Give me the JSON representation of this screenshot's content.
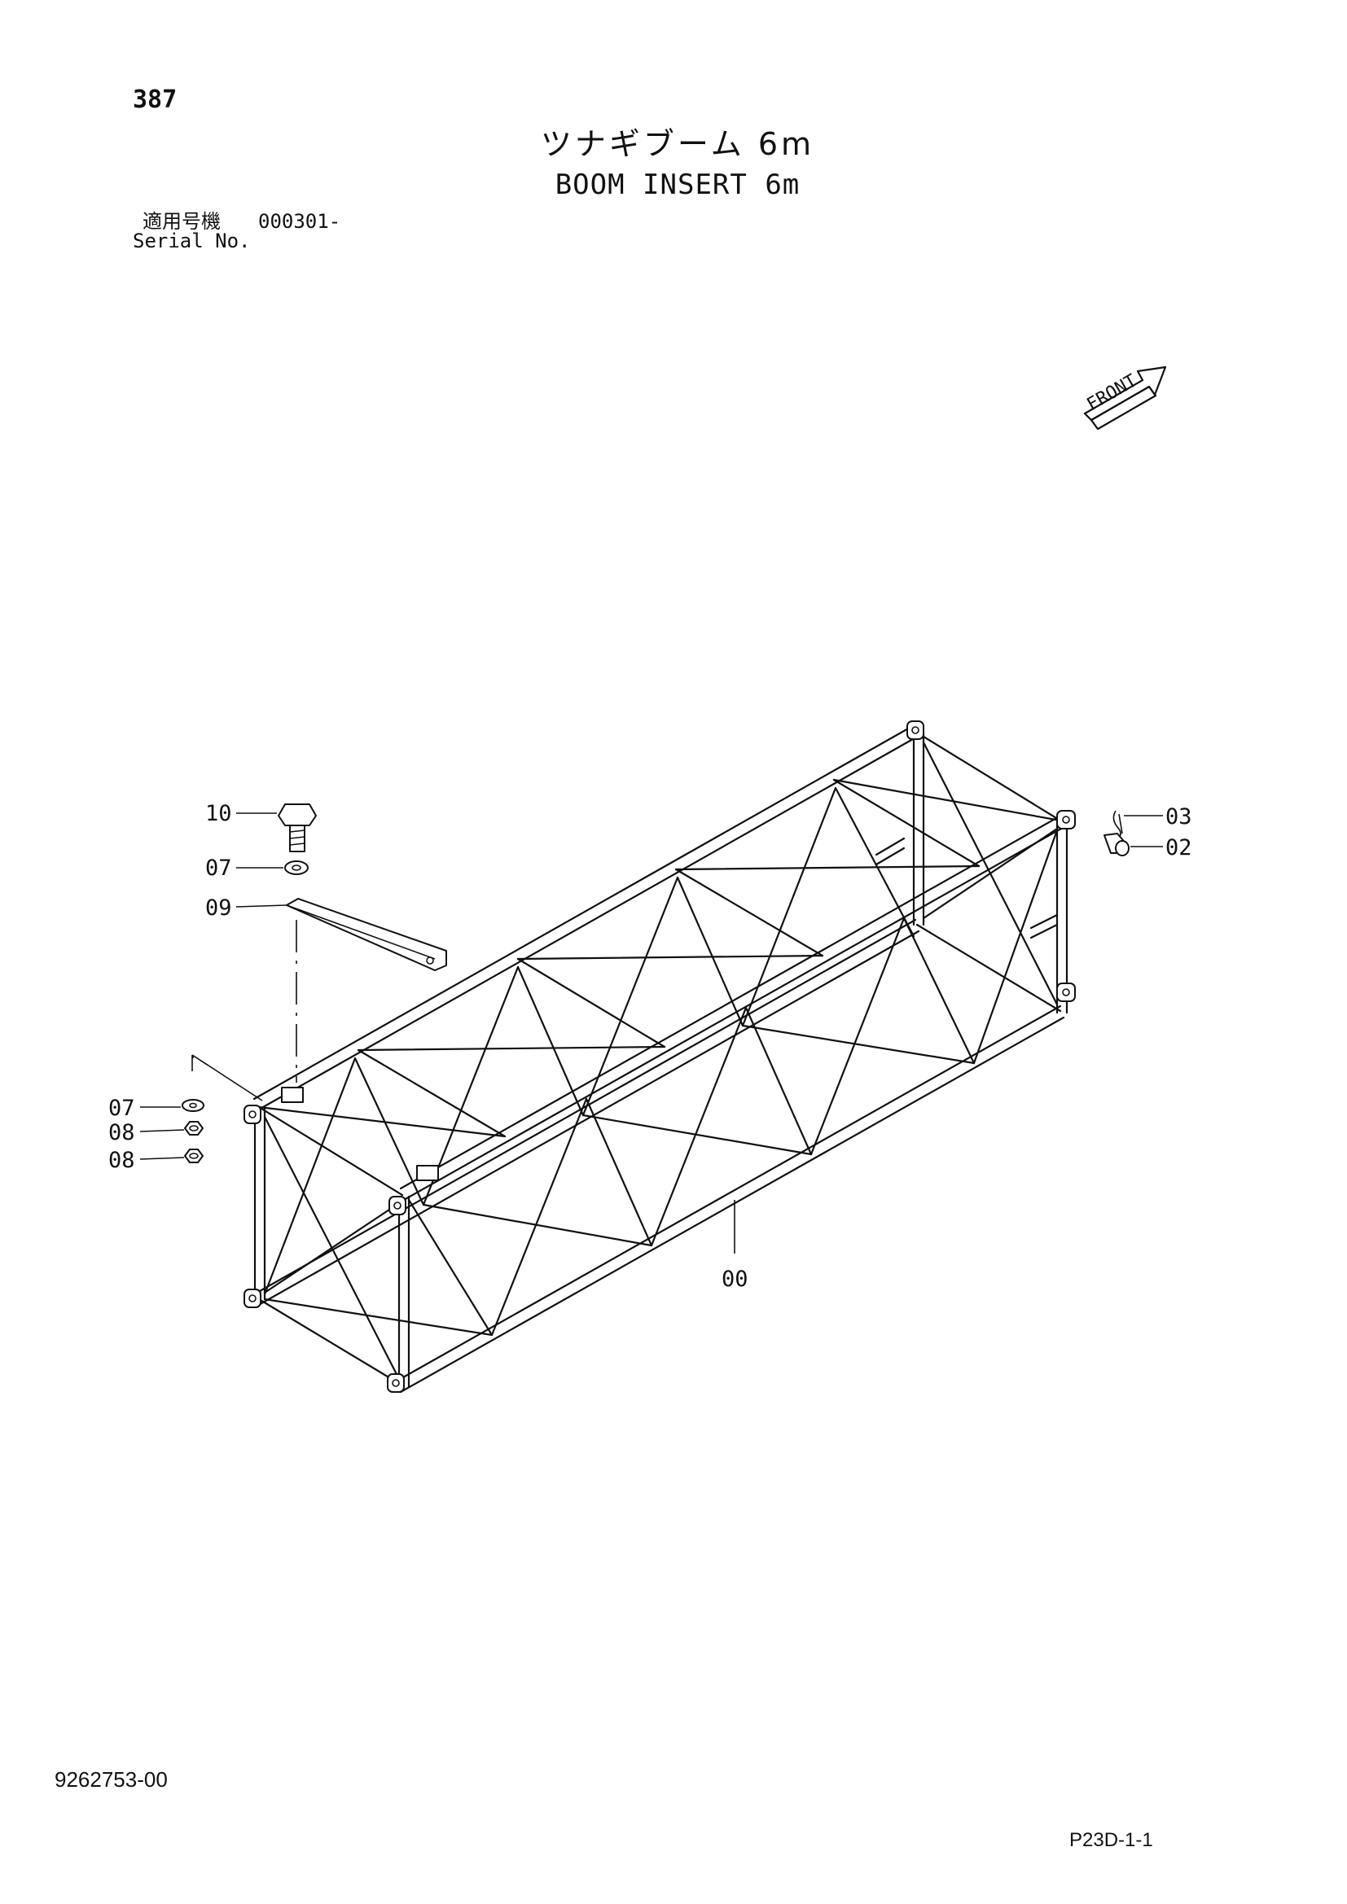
{
  "page_number": "387",
  "title_jp": "ツナギブーム 6m",
  "title_en": "BOOM INSERT 6m",
  "serial": {
    "label_jp": "適用号機",
    "value": "000301-",
    "label_en": "Serial No."
  },
  "front_arrow_label": "FRONT",
  "callouts": {
    "c10": "10",
    "c07a": "07",
    "c09": "09",
    "c07b": "07",
    "c08a": "08",
    "c08b": "08",
    "c03": "03",
    "c02": "02",
    "c00": "00"
  },
  "document_number": "9262753-00",
  "sheet_reference": "P23D-1-1"
}
